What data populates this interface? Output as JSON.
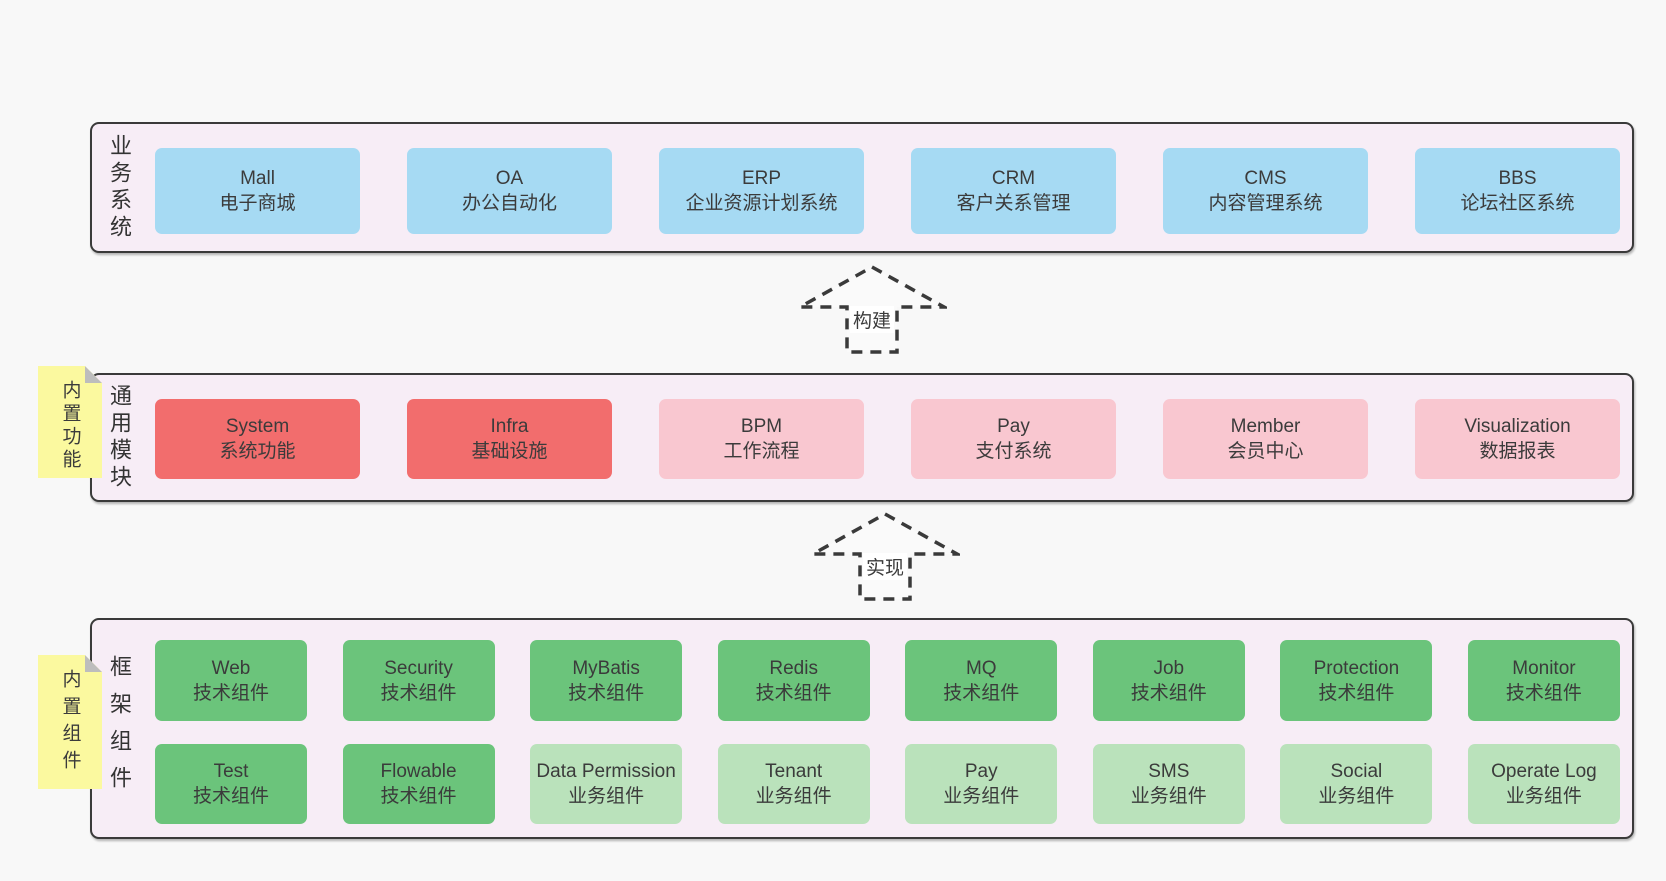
{
  "diagram": {
    "layers": [
      {
        "id": "business",
        "side_label": "业务系统",
        "sticky": null,
        "rows": [
          [
            {
              "title": "Mall",
              "subtitle": "电子商城",
              "variant": "blue"
            },
            {
              "title": "OA",
              "subtitle": "办公自动化",
              "variant": "blue"
            },
            {
              "title": "ERP",
              "subtitle": "企业资源计划系统",
              "variant": "blue"
            },
            {
              "title": "CRM",
              "subtitle": "客户关系管理",
              "variant": "blue"
            },
            {
              "title": "CMS",
              "subtitle": "内容管理系统",
              "variant": "blue"
            },
            {
              "title": "BBS",
              "subtitle": "论坛社区系统",
              "variant": "blue"
            }
          ]
        ]
      },
      {
        "id": "modules",
        "side_label": "通用模块",
        "sticky": "内置功能",
        "rows": [
          [
            {
              "title": "System",
              "subtitle": "系统功能",
              "variant": "red"
            },
            {
              "title": "Infra",
              "subtitle": "基础设施",
              "variant": "red"
            },
            {
              "title": "BPM",
              "subtitle": "工作流程",
              "variant": "pink"
            },
            {
              "title": "Pay",
              "subtitle": "支付系统",
              "variant": "pink"
            },
            {
              "title": "Member",
              "subtitle": "会员中心",
              "variant": "pink"
            },
            {
              "title": "Visualization",
              "subtitle": "数据报表",
              "variant": "pink"
            }
          ]
        ]
      },
      {
        "id": "components",
        "side_label": "框架组件",
        "sticky": "内置组件",
        "rows": [
          [
            {
              "title": "Web",
              "subtitle": "技术组件",
              "variant": "green"
            },
            {
              "title": "Security",
              "subtitle": "技术组件",
              "variant": "green"
            },
            {
              "title": "MyBatis",
              "subtitle": "技术组件",
              "variant": "green"
            },
            {
              "title": "Redis",
              "subtitle": "技术组件",
              "variant": "green"
            },
            {
              "title": "MQ",
              "subtitle": "技术组件",
              "variant": "green"
            },
            {
              "title": "Job",
              "subtitle": "技术组件",
              "variant": "green"
            },
            {
              "title": "Protection",
              "subtitle": "技术组件",
              "variant": "green"
            },
            {
              "title": "Monitor",
              "subtitle": "技术组件",
              "variant": "green"
            }
          ],
          [
            {
              "title": "Test",
              "subtitle": "技术组件",
              "variant": "green"
            },
            {
              "title": "Flowable",
              "subtitle": "技术组件",
              "variant": "green"
            },
            {
              "title": "Data Permission",
              "subtitle": "业务组件",
              "variant": "light_green"
            },
            {
              "title": "Tenant",
              "subtitle": "业务组件",
              "variant": "light_green"
            },
            {
              "title": "Pay",
              "subtitle": "业务组件",
              "variant": "light_green"
            },
            {
              "title": "SMS",
              "subtitle": "业务组件",
              "variant": "light_green"
            },
            {
              "title": "Social",
              "subtitle": "业务组件",
              "variant": "light_green"
            },
            {
              "title": "Operate Log",
              "subtitle": "业务组件",
              "variant": "light_green"
            }
          ]
        ]
      }
    ],
    "arrows": [
      {
        "id": "build",
        "label": "构建"
      },
      {
        "id": "implement",
        "label": "实现"
      }
    ],
    "colors": {
      "blue": "#a6daf3",
      "red": "#f26d6d",
      "pink": "#f9c7d0",
      "green": "#6bc47b",
      "light_green": "#bae2bb",
      "sticky": "#fbf99f",
      "fold_gray": "#bdbdbd",
      "container_bg": "#f7edf6",
      "border": "#3a3a3a"
    }
  }
}
